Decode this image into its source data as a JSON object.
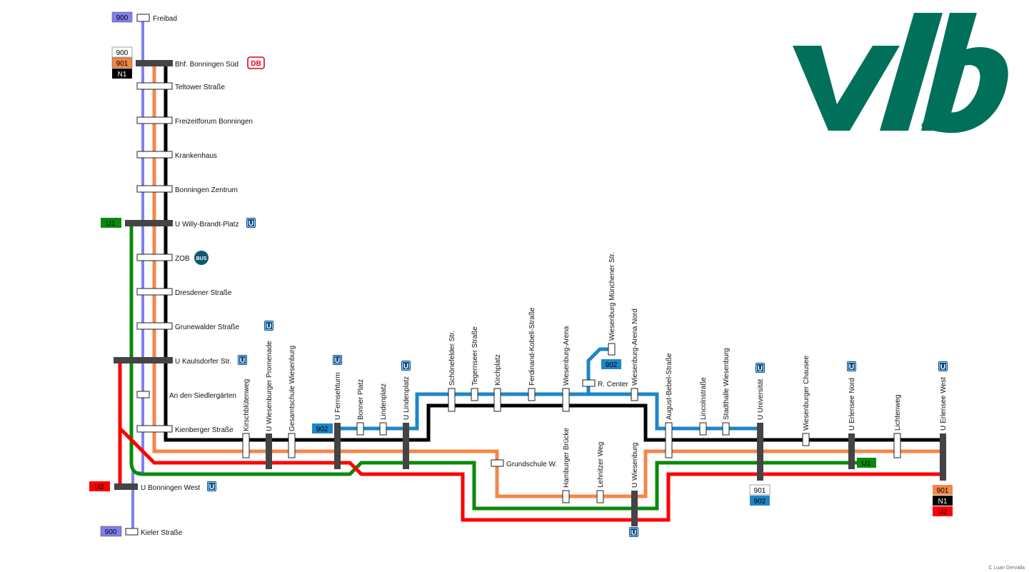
{
  "brand": {
    "logo_text": "vlb",
    "logo_color": "#00705a"
  },
  "credit": "C Luan Gervalla",
  "colors": {
    "900": "#8080f0",
    "901": "#f2874a",
    "N1": "#000000",
    "U1": "#0a8a0a",
    "U2": "#ff0000",
    "902": "#1e86c8",
    "ubahn": "#004c8f",
    "db": "#e3001b",
    "bus": "#0b5c6b",
    "stopbar": "#444444"
  },
  "line_labels": {
    "l900": "900",
    "l901": "901",
    "lN1": "N1",
    "lU1": "U1",
    "lU2": "U2",
    "l902": "902"
  },
  "icons": {
    "ubahn": "U",
    "db": "DB",
    "bus": "BUS"
  },
  "stations_vertical": [
    "Freibad",
    "Bhf. Bonningen Süd",
    "Teltower Straße",
    "Freizeitforum Bonningen",
    "Krankenhaus",
    "Bonningen Zentrum",
    "U Willy-Brandt-Platz",
    "ZOB",
    "Dresdener Straße",
    "Grunewalder Straße",
    "U Kaulsdorfer Str.",
    "An den Siedlergärten",
    "Kienberger Straße",
    "U Bonningen West",
    "Kieler Straße"
  ],
  "stations_rotated": [
    "Kirschblütenweg",
    "U Wiesenburger Promenade",
    "Gesamtschule Wiesenburg",
    "U Fernsehturm",
    "Bonner Platz",
    "Lindenplatz",
    "U Lindenplatz",
    "Schönefelder Str.",
    "Tegernseer Straße",
    "Kirchplatz",
    "Ferdinand-Kobell-Straße",
    "Wiesenburg-Arena",
    "Wiesenburg Münchener Str.",
    "Wiesenburg-Arena Nord",
    "August-Bebel-Straße",
    "Lincolnstraße",
    "Stadthalle Wiesenburg",
    "U Universität",
    "Wiesenburger Chausee",
    "U Erlensee Nord",
    "Lichtenweg",
    "U Erlensee West",
    "Hamburger Brücke",
    "Lehnitzer Weg",
    "U Wiesenburg"
  ],
  "stations_horizontal": [
    "R. Center",
    "Grundschule W."
  ]
}
